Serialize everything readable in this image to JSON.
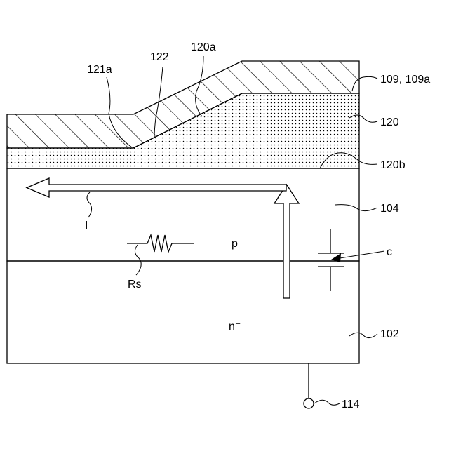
{
  "labels": {
    "l121a": "121a",
    "l122": "122",
    "l120a": "120a",
    "l109": "109, 109a",
    "l120": "120",
    "l120b": "120b",
    "l104": "104",
    "lI": "I",
    "lp": "p",
    "lc": "c",
    "lRs": "Rs",
    "ln": "n⁻",
    "l102": "102",
    "l114": "114"
  }
}
